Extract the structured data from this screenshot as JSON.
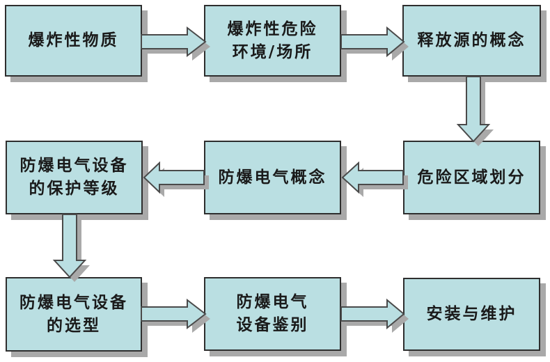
{
  "diagram_type": "flowchart",
  "language": "zh-CN",
  "nodes": [
    {
      "id": "explosive-substances",
      "lines": [
        "爆炸性物质"
      ]
    },
    {
      "id": "hazardous-environment",
      "lines": [
        "爆炸性危险",
        "环境/场所"
      ]
    },
    {
      "id": "release-source-concept",
      "lines": [
        "释放源的概念"
      ]
    },
    {
      "id": "hazardous-area-classification",
      "lines": [
        "危险区域划分"
      ]
    },
    {
      "id": "explosion-proof-concept",
      "lines": [
        "防爆电气概念"
      ]
    },
    {
      "id": "equipment-protection-level",
      "lines": [
        "防爆电气设备",
        "的保护等级"
      ]
    },
    {
      "id": "equipment-selection",
      "lines": [
        "防爆电气设备",
        "的选型"
      ]
    },
    {
      "id": "equipment-identification",
      "lines": [
        "防爆电气",
        "设备鉴别"
      ]
    },
    {
      "id": "installation-maintenance",
      "lines": [
        "安装与维护"
      ]
    }
  ],
  "edges": [
    {
      "from": "explosive-substances",
      "to": "hazardous-environment",
      "direction": "right"
    },
    {
      "from": "hazardous-environment",
      "to": "release-source-concept",
      "direction": "right"
    },
    {
      "from": "release-source-concept",
      "to": "hazardous-area-classification",
      "direction": "down"
    },
    {
      "from": "hazardous-area-classification",
      "to": "explosion-proof-concept",
      "direction": "left"
    },
    {
      "from": "explosion-proof-concept",
      "to": "equipment-protection-level",
      "direction": "left"
    },
    {
      "from": "equipment-protection-level",
      "to": "equipment-selection",
      "direction": "down"
    },
    {
      "from": "equipment-selection",
      "to": "equipment-identification",
      "direction": "right"
    },
    {
      "from": "equipment-identification",
      "to": "installation-maintenance",
      "direction": "right"
    }
  ],
  "colors": {
    "node_fill": "#badfe2",
    "node_border": "#2e2e2e",
    "arrow_fill": "#badfe2",
    "arrow_border": "#4a4a4a",
    "shadow": "#a9a9a9",
    "text": "#1a1a1a",
    "background": "#ffffff"
  }
}
